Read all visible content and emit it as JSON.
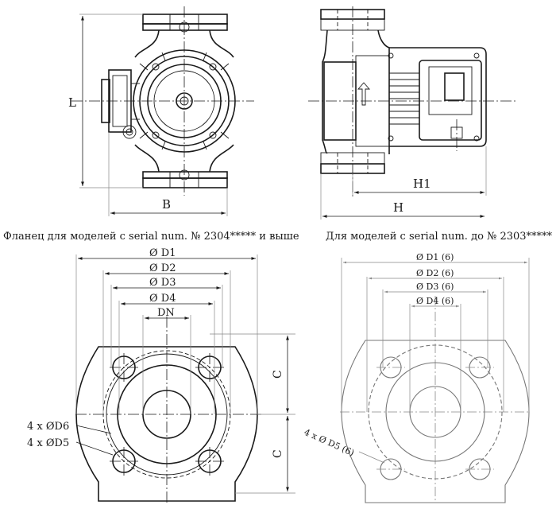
{
  "views": {
    "front": {
      "dim_l": "L",
      "dim_b": "B"
    },
    "side": {
      "dim_h1": "H1",
      "dim_h": "H"
    }
  },
  "captions": {
    "left": "Фланец для моделей с serial num. № 2304***** и выше",
    "right": "Для моделей с serial num. до № 2303*****"
  },
  "flange_new": {
    "d1": "Ø D1",
    "d2": "Ø D2",
    "d3": "Ø D3",
    "d4": "Ø D4",
    "dn": "DN",
    "c_top": "C",
    "c_bottom": "C",
    "d6": "4 x ØD6",
    "d5": "4 x ØD5"
  },
  "flange_old": {
    "d1": "Ø D1 (6)",
    "d2": "Ø D2 (6)",
    "d3": "Ø D3 (6)",
    "d4": "Ø D4 (6)",
    "d5": "4 x Ø D5 (6)"
  }
}
